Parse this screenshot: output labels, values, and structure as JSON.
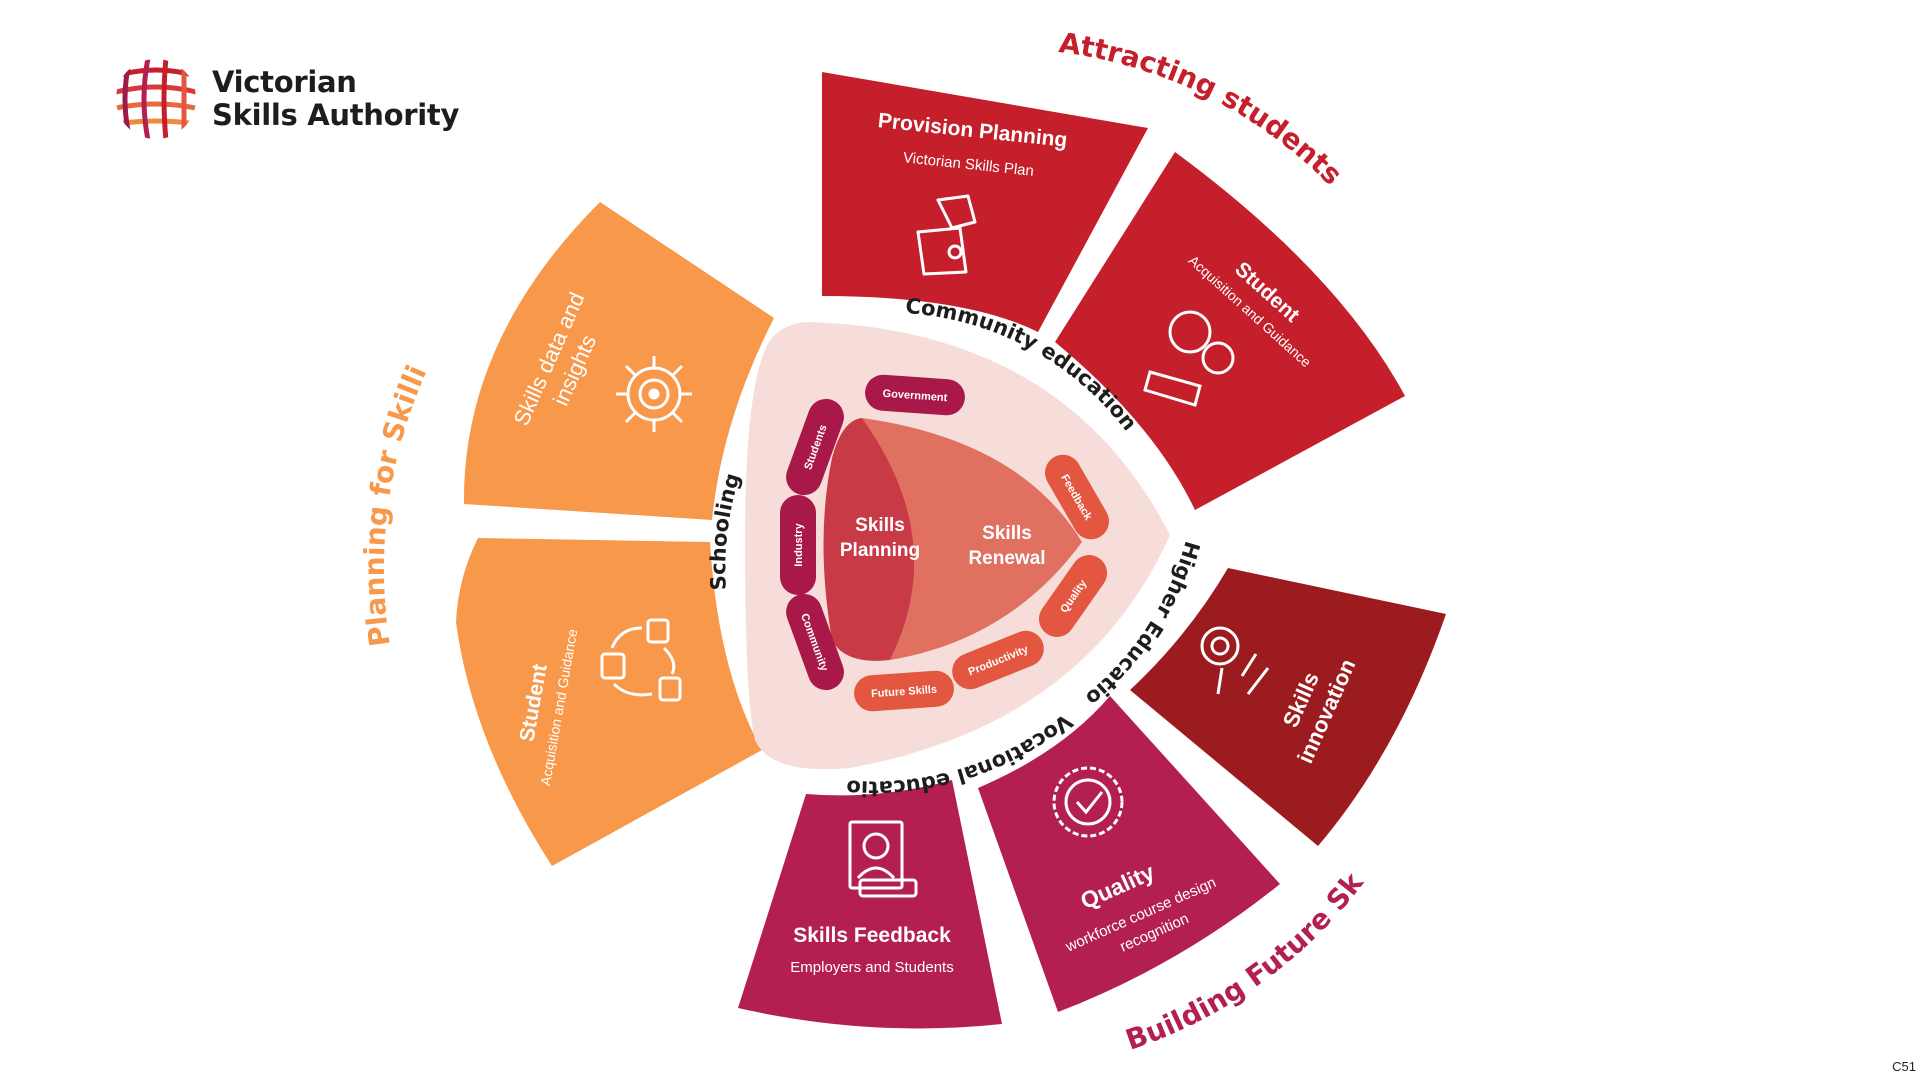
{
  "logo": {
    "line1": "Victorian",
    "line2": "Skills Authority"
  },
  "page_code": "C51",
  "colors": {
    "orange": "#f7984a",
    "red": "#c41f2a",
    "dark_red": "#9c1b1f",
    "crimson": "#b32050",
    "pill_crimson": "#a8194a",
    "pill_coral": "#e35640",
    "core_bg": "#f7ddd9",
    "planning_fill": "#c83a45",
    "renewal_fill": "#e07060"
  },
  "categories": {
    "attracting": "Attracting students",
    "planning": "Planning for Skilling",
    "building": "Building Future Skills"
  },
  "ring": {
    "community": "Community education",
    "higher": "Higher Education",
    "vocational": "Vocational education",
    "schooling": "Schooling"
  },
  "segments": {
    "provision": {
      "title": "Provision Planning",
      "subtitle": "Victorian Skills Plan",
      "icon": "puzzle-icon"
    },
    "student_red": {
      "title": "Student",
      "subtitle": "Acquisition and Guidance",
      "icon": "students-icon"
    },
    "innovation": {
      "title1": "Skills",
      "title2": "innovation",
      "icon": "gear-lightbulb-icon"
    },
    "quality": {
      "title": "Quality",
      "subtitle1": "workforce course design",
      "subtitle2": "recognition",
      "icon": "quality-badge-icon"
    },
    "feedback": {
      "title": "Skills Feedback",
      "subtitle": "Employers and Students",
      "icon": "rating-person-icon"
    },
    "student_orange": {
      "title": "Student",
      "subtitle": "Acquisition and Guidance",
      "icon": "cycle-icon"
    },
    "data": {
      "title1": "Skills data and",
      "title2": "insights",
      "icon": "network-target-icon"
    }
  },
  "core": {
    "planning1": "Skills",
    "planning2": "Planning",
    "renewal1": "Skills",
    "renewal2": "Renewal",
    "pills": {
      "government": "Government",
      "students": "Students",
      "industry": "Industry",
      "community": "Community",
      "feedback": "Feedback",
      "quality": "Quality",
      "productivity": "Productivity",
      "future_skills": "Future Skills"
    }
  }
}
